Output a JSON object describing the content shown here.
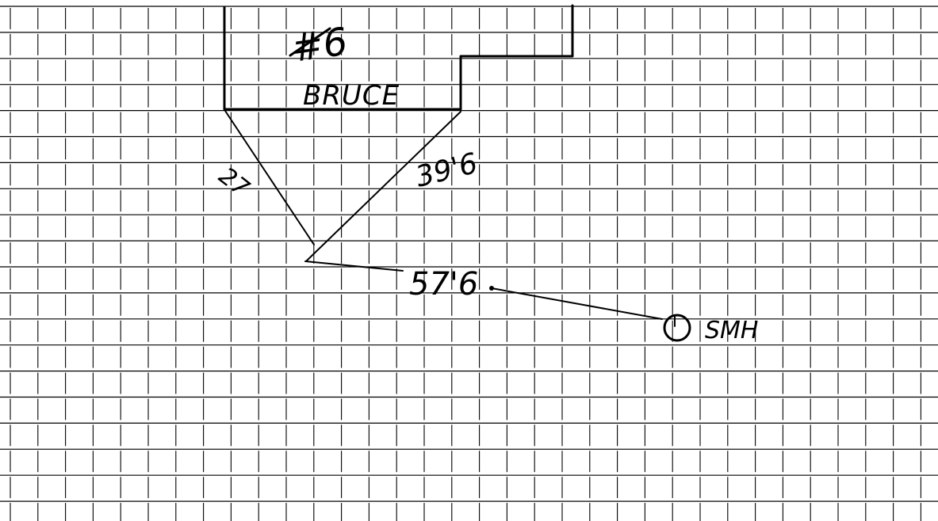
{
  "sketch": {
    "title_mark": "#6",
    "building_name": "BRUCE",
    "left_measure": "27",
    "right_measure": "39'6",
    "bottom_measure": "57'6",
    "marker_label": "SMH",
    "grid": true,
    "ink_color": "#000000",
    "grid_color": "#000000"
  }
}
